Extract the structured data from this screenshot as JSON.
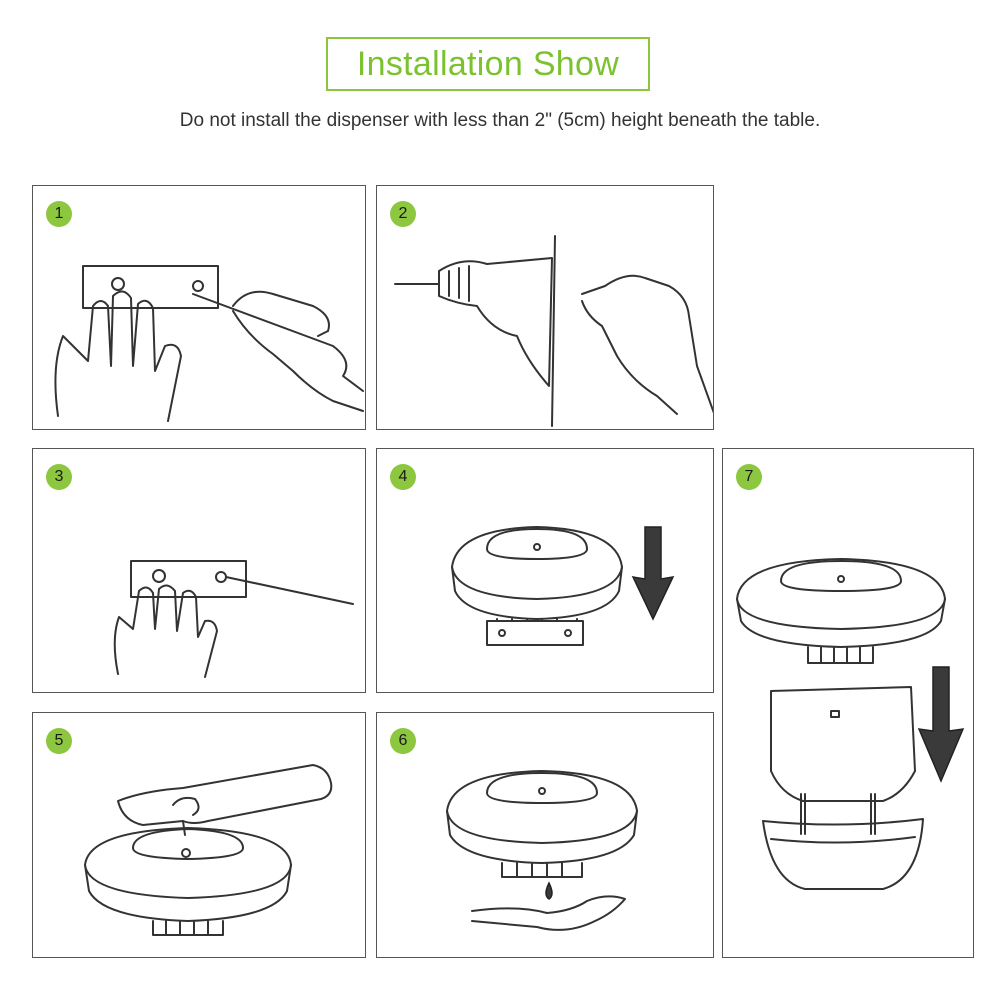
{
  "header": {
    "title": "Installation Show",
    "subtitle": "Do not install the dispenser with less than 2\" (5cm) height beneath the table."
  },
  "steps": [
    {
      "number": "1"
    },
    {
      "number": "2"
    },
    {
      "number": "3"
    },
    {
      "number": "4"
    },
    {
      "number": "5"
    },
    {
      "number": "6"
    },
    {
      "number": "7"
    }
  ],
  "colors": {
    "accent": "#8dc63f",
    "border": "#555555",
    "ink": "#333333"
  }
}
